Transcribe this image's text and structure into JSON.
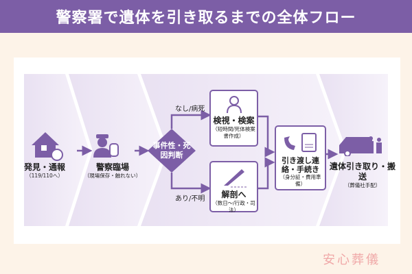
{
  "title": "警察署で遺体を引き取るまでの全体フロー",
  "accent": "#7c5ea6",
  "steps": [
    {
      "label": "発見・通報",
      "sub": "（119/110へ）",
      "icon": "house-phone-icon"
    },
    {
      "label": "警察臨場",
      "sub": "（現場保存・触れない）",
      "icon": "police-officer-hand-icon"
    },
    {
      "label": "事件性・死因判断",
      "icon": "decision-diamond"
    },
    {
      "label": "検視・検案",
      "sub": "（短時間/死体検案書作成）",
      "icon": "doctor-icon"
    },
    {
      "label": "解剖へ",
      "sub": "（数日〜/行政・司法）",
      "icon": "scalpel-icon"
    },
    {
      "label": "引き渡し連絡・手続き",
      "sub": "（身分証・費用準備）",
      "icon": "phone-document-icon"
    },
    {
      "label": "遺体引き取り・搬送",
      "sub": "（葬儀社手配）",
      "icon": "hearse-family-icon"
    }
  ],
  "branches": {
    "upper": "なし/病死",
    "lower": "あり/不明"
  },
  "logo": "安心葬儀"
}
